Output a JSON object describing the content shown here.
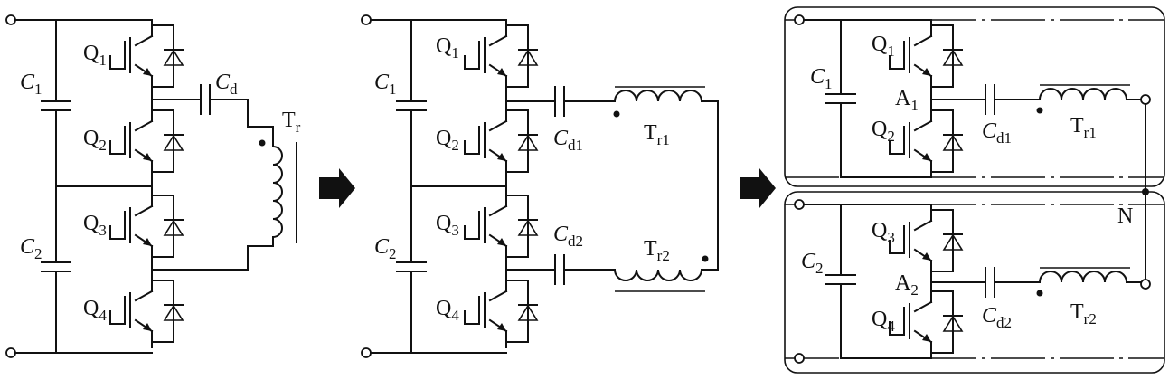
{
  "panel1": {
    "c1": {
      "base": "C",
      "sub": "1"
    },
    "c2": {
      "base": "C",
      "sub": "2"
    },
    "cd": {
      "base": "C",
      "sub": "d"
    },
    "q1": {
      "base": "Q",
      "sub": "1"
    },
    "q2": {
      "base": "Q",
      "sub": "2"
    },
    "q3": {
      "base": "Q",
      "sub": "3"
    },
    "q4": {
      "base": "Q",
      "sub": "4"
    },
    "tr": {
      "base": "T",
      "sub": "r"
    }
  },
  "panel2": {
    "c1": {
      "base": "C",
      "sub": "1"
    },
    "c2": {
      "base": "C",
      "sub": "2"
    },
    "cd1": {
      "base": "C",
      "sub": "d1"
    },
    "cd2": {
      "base": "C",
      "sub": "d2"
    },
    "q1": {
      "base": "Q",
      "sub": "1"
    },
    "q2": {
      "base": "Q",
      "sub": "2"
    },
    "q3": {
      "base": "Q",
      "sub": "3"
    },
    "q4": {
      "base": "Q",
      "sub": "4"
    },
    "tr1": {
      "base": "T",
      "sub": "r1"
    },
    "tr2": {
      "base": "T",
      "sub": "r2"
    }
  },
  "panel3": {
    "c1": {
      "base": "C",
      "sub": "1"
    },
    "c2": {
      "base": "C",
      "sub": "2"
    },
    "a1": {
      "base": "A",
      "sub": "1"
    },
    "a2": {
      "base": "A",
      "sub": "2"
    },
    "cd1": {
      "base": "C",
      "sub": "d1"
    },
    "cd2": {
      "base": "C",
      "sub": "d2"
    },
    "q1": {
      "base": "Q",
      "sub": "1"
    },
    "q2": {
      "base": "Q",
      "sub": "2"
    },
    "q3": {
      "base": "Q",
      "sub": "3"
    },
    "q4": {
      "base": "Q",
      "sub": "4"
    },
    "tr1": {
      "base": "T",
      "sub": "r1"
    },
    "tr2": {
      "base": "T",
      "sub": "r2"
    },
    "n": "N"
  }
}
